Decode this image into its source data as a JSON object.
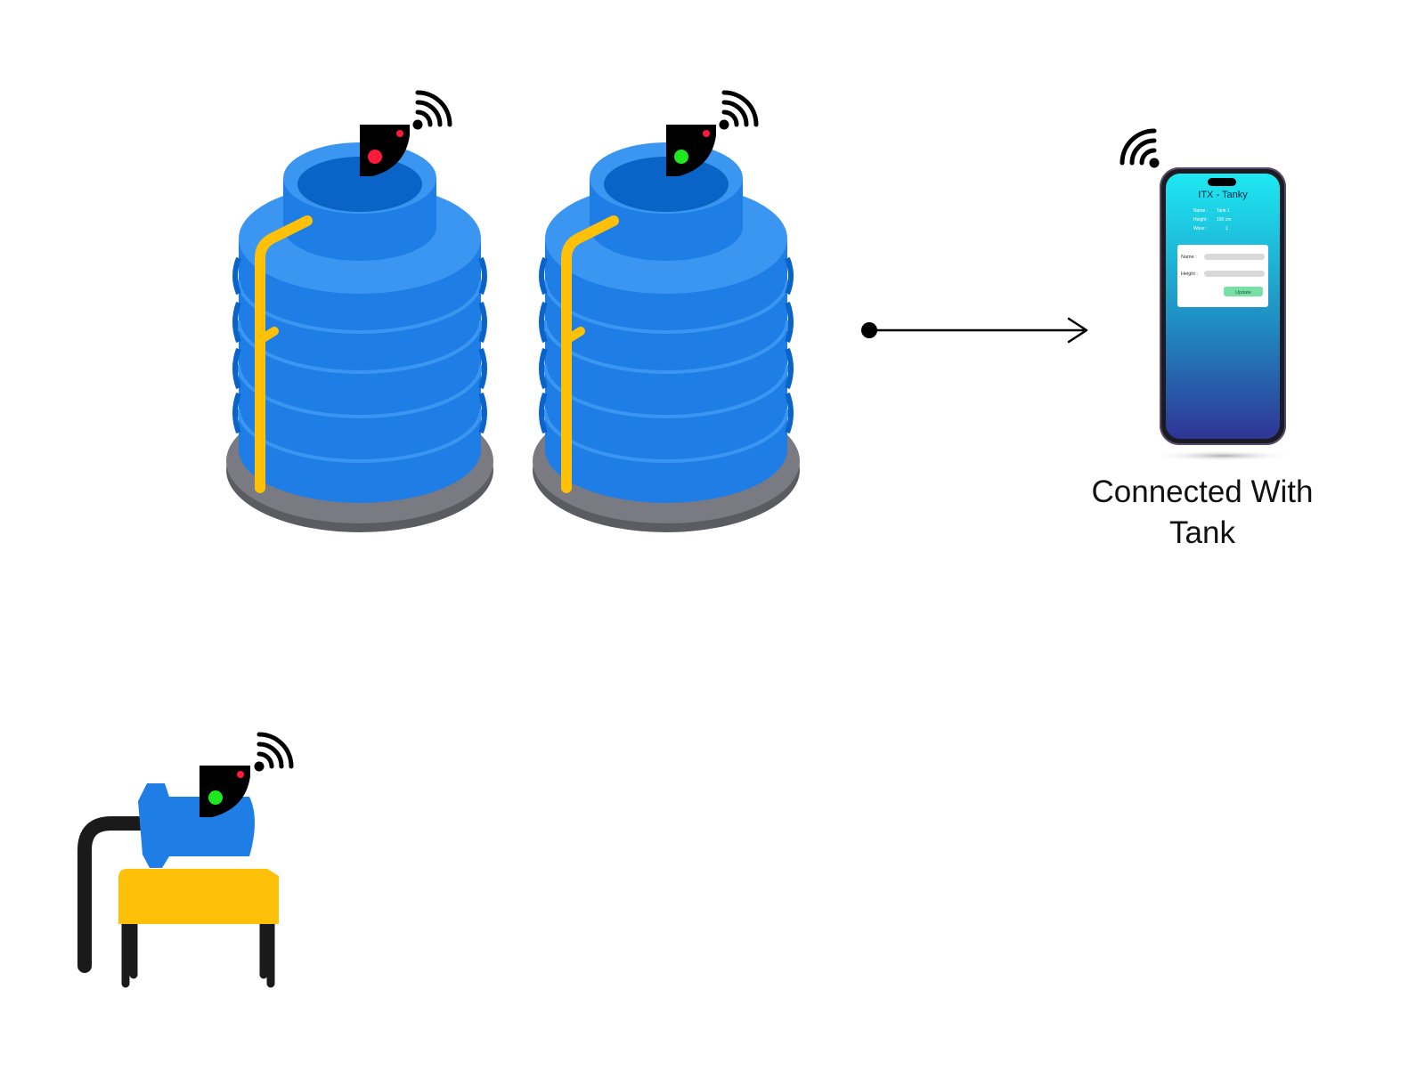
{
  "colors": {
    "tank_blue": "#1f7ee6",
    "tank_blue_light": "#3a96f0",
    "tank_blue_dark": "#0a64c8",
    "base_gray": "#5b5b62",
    "base_gray_light": "#7a7a82",
    "pipe_yellow": "#ffc107",
    "sensor_black": "#000000",
    "led_red": "#ff1a3c",
    "led_green": "#1ee81e",
    "phone_frame": "#1b1b22",
    "screen_top": "#1ee9f2",
    "screen_bottom": "#2f3595",
    "update_button": "#79e0a5",
    "pump_blue": "#1f7ee6",
    "stand_yellow": "#ffc107"
  },
  "icons": {
    "wifi": "wifi-icon",
    "arrow": "arrow-right-icon"
  },
  "tanks": [
    {
      "id": "tank-1",
      "status_led": "red"
    },
    {
      "id": "tank-2",
      "status_led": "green"
    }
  ],
  "pump": {
    "status_led": "green"
  },
  "phone": {
    "app_title": "ITX - Tanky",
    "info": [
      {
        "label": "Name :",
        "value": "Tank 1"
      },
      {
        "label": "Height :",
        "value": "100 cm"
      },
      {
        "label": "Wave :",
        "value": "1"
      }
    ],
    "form": {
      "name_label": "Name :",
      "height_label": "Height :",
      "button_label": "Update"
    }
  },
  "caption": {
    "line1": "Connected With",
    "line2": "Tank"
  }
}
